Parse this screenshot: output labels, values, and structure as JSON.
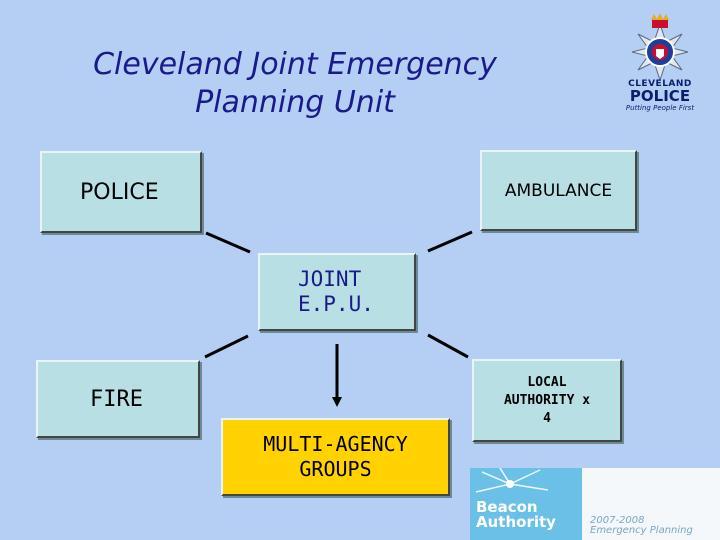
{
  "title": {
    "line1": "Cleveland Joint Emergency",
    "line2": "Planning Unit"
  },
  "boxes": {
    "police": "POLICE",
    "ambulance": "AMBULANCE",
    "joint": "JOINT\nE.P.U.",
    "fire": "FIRE",
    "local_authority": "LOCAL\nAUTHORITY x\n4",
    "multi_agency": "MULTI-AGENCY\nGROUPS"
  },
  "logo": {
    "line1": "CLEVELAND",
    "line2": "POLICE",
    "tagline": "Putting People First"
  },
  "footer": {
    "beacon_line1": "Beacon",
    "beacon_line2": "Authority",
    "years": "2007-2008",
    "subtitle": "Emergency Planning"
  },
  "colors": {
    "background": "#b4cef4",
    "box_fill": "#b8dfe3",
    "highlight_box": "#ffd200",
    "title": "#1a1a8c"
  }
}
